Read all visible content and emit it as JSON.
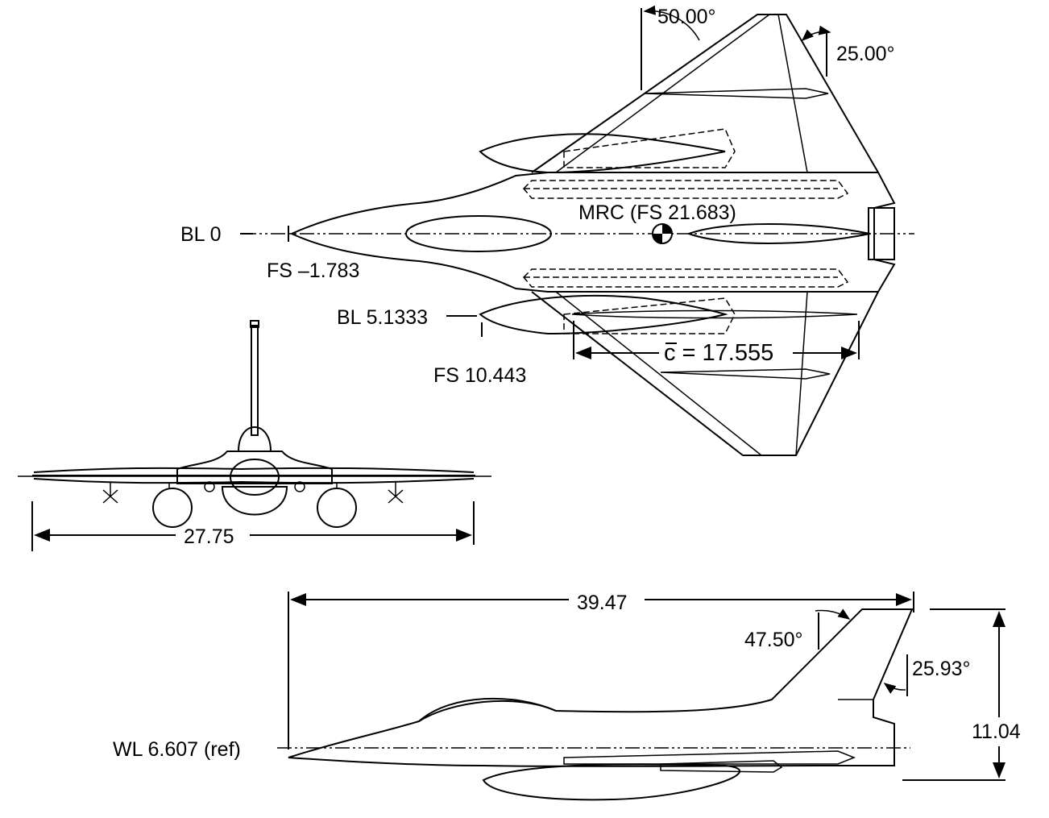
{
  "planform": {
    "sweep_le": "50.00°",
    "sweep_te": "25.00°",
    "bl0": "BL 0",
    "mrc": "MRC (FS 21.683)",
    "fs_nose": "FS –1.783",
    "bl_store": "BL 5.1333",
    "fs_store": "FS 10.443",
    "mac_symbol": "c",
    "mac_value": " = 17.555"
  },
  "front_view": {
    "span": "27.75"
  },
  "side_view": {
    "length": "39.47",
    "tail_le_sweep": "47.50°",
    "tail_te_sweep": "25.93°",
    "height": "11.04",
    "waterline": "WL 6.607 (ref)"
  }
}
